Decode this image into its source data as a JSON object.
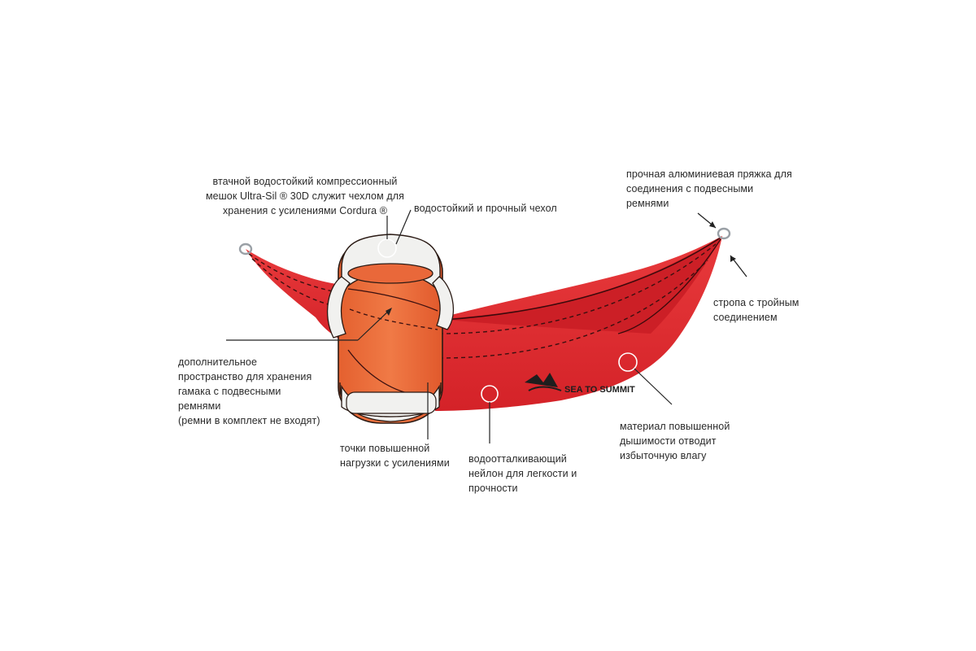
{
  "brand_text": "SEA TO SUMMIT",
  "colors": {
    "hammock_red": "#e02b2e",
    "hammock_shadow": "#b81a22",
    "sack_orange": "#ec6f3b",
    "sack_white": "#f1f1ef",
    "line": "#222222"
  },
  "callouts": {
    "compression_sack": {
      "lines": [
        "втачной водостойкий компрессионный",
        "мешок Ultra-Sil ® 30D служит чехлом для",
        "хранения с усилениями Cordura ®"
      ]
    },
    "cover": {
      "lines": [
        "водостойкий и прочный чехол"
      ]
    },
    "buckle": {
      "lines": [
        "прочная алюминиевая пряжка для",
        "соединения с подвесными",
        "ремнями"
      ]
    },
    "webbing": {
      "lines": [
        "стропа с тройным",
        "соединением"
      ]
    },
    "storage_space": {
      "lines": [
        "дополнительное",
        "пространство для хранения",
        "гамака с подвесными",
        "ремнями",
        "(ремни в комплект не входят)"
      ]
    },
    "stress_points": {
      "lines": [
        "точки повышенной",
        "нагрузки с усилениями"
      ]
    },
    "nylon": {
      "lines": [
        "водоотталкивающий",
        "нейлон для легкости и",
        "прочности"
      ]
    },
    "breathable": {
      "lines": [
        "материал повышенной",
        "дышимости отводит",
        "избыточную влагу"
      ]
    }
  }
}
